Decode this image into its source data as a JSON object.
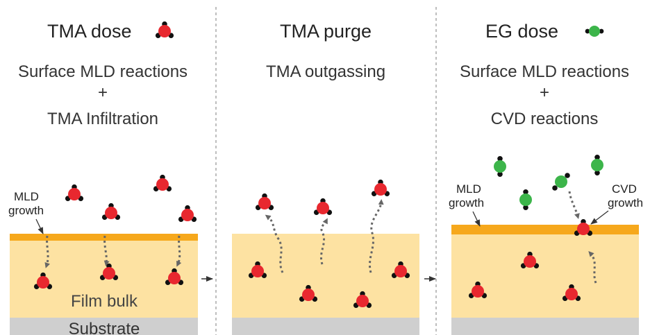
{
  "colors": {
    "tma": "#e8282f",
    "eg": "#3cb54a",
    "ligand": "#111111",
    "film": "#fde2a2",
    "mld_layer": "#f6a81c",
    "substrate": "#cfcfcf",
    "arrow": "#777777",
    "divider": "#999999"
  },
  "panels": [
    {
      "title": "TMA dose",
      "icon": "tma-molecule-icon",
      "lines": [
        "Surface MLD reactions",
        "+",
        "TMA Infiltration"
      ]
    },
    {
      "title": "TMA purge",
      "icon": null,
      "lines": [
        "TMA outgassing"
      ]
    },
    {
      "title": "EG dose",
      "icon": "eg-molecule-icon",
      "lines": [
        "Surface MLD reactions",
        "+",
        "CVD reactions"
      ]
    }
  ],
  "labels": {
    "mld_growth_1": [
      "MLD",
      "growth"
    ],
    "mld_growth_3": [
      "MLD",
      "growth"
    ],
    "cvd_growth": [
      "CVD",
      "growth"
    ],
    "film_bulk": "Film bulk",
    "substrate": "Substrate"
  }
}
